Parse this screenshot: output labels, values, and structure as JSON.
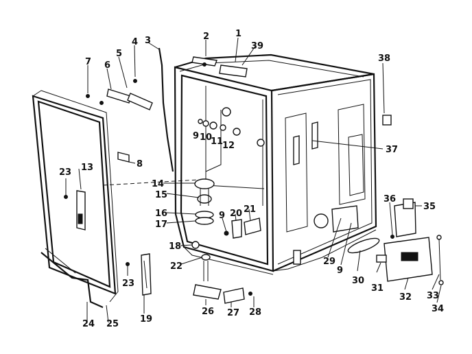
{
  "diagram": {
    "callouts": [
      "1",
      "2",
      "3",
      "4",
      "5",
      "6",
      "7",
      "8",
      "9",
      "10",
      "11",
      "12",
      "13",
      "14",
      "15",
      "16",
      "17",
      "9",
      "20",
      "21",
      "18",
      "22",
      "23",
      "23",
      "24",
      "25",
      "19",
      "26",
      "27",
      "28",
      "29",
      "9",
      "30",
      "31",
      "32",
      "33",
      "34",
      "35",
      "36",
      "37",
      "38",
      "39"
    ]
  }
}
